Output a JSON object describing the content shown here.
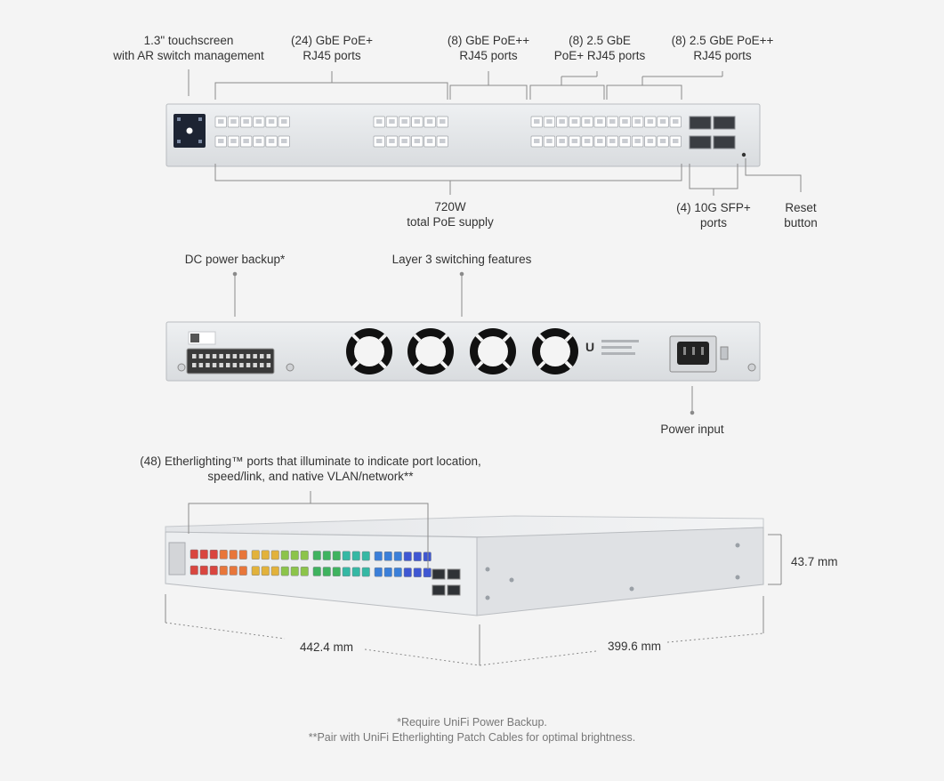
{
  "front_labels": {
    "touchscreen": [
      "1.3\" touchscreen",
      "with AR switch management"
    ],
    "gbe_poe": [
      "(24) GbE PoE+",
      "RJ45 ports"
    ],
    "gbe_poepp": [
      "(8) GbE PoE++",
      "RJ45 ports"
    ],
    "g25_poe": [
      "(8) 2.5 GbE",
      "PoE+ RJ45 ports"
    ],
    "g25_poepp": [
      "(8) 2.5 GbE PoE++",
      "RJ45 ports"
    ],
    "poe_supply": [
      "720W",
      "total PoE supply"
    ],
    "sfp": [
      "(4) 10G SFP+",
      "ports"
    ],
    "reset": [
      "Reset",
      "button"
    ]
  },
  "rear_labels": {
    "dc_backup": "DC power backup*",
    "layer3": "Layer 3 switching features",
    "power_input": "Power input"
  },
  "iso_labels": {
    "etherlighting": [
      "(48) Etherlighting™ ports that illuminate to indicate port location,",
      "speed/link, and native VLAN/network**"
    ],
    "height": "43.7 mm",
    "width": "442.4 mm",
    "depth": "399.6 mm"
  },
  "footnotes": [
    "*Require UniFi Power Backup.",
    "**Pair with UniFi Etherlighting Patch Cables for optimal brightness."
  ],
  "colors": {
    "line": "#8a8a8a",
    "chassis": "#e6e7e9",
    "chassis_edge": "#b9bcc0",
    "screen": "#1d2433",
    "port_gray": "#c9ccd1"
  },
  "etherlight_colors": [
    "#d9453f",
    "#e8763a",
    "#e2b23b",
    "#8cc44a",
    "#3fb35f",
    "#35b8a4",
    "#3b7fd9",
    "#3f57d3"
  ]
}
